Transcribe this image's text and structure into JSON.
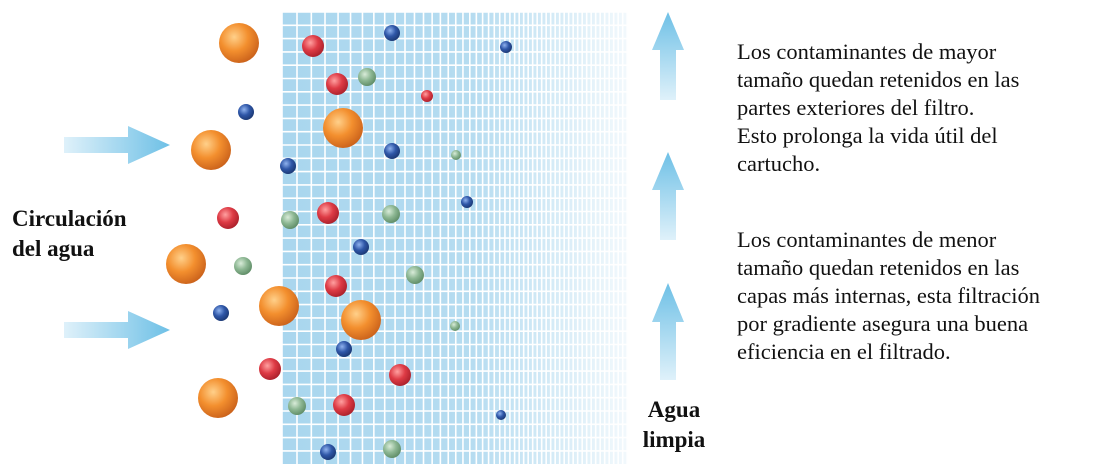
{
  "labels": {
    "flow_line1": "Circulación",
    "flow_line2": "del agua",
    "clean_line1": "Agua",
    "clean_line2": "limpia"
  },
  "descriptions": {
    "large": {
      "lines": [
        "Los contaminantes de mayor",
        "tamaño quedan retenidos en las",
        "partes exteriores del filtro.",
        "Esto prolonga la vida útil del",
        "cartucho."
      ]
    },
    "small": {
      "lines": [
        "Los contaminantes de menor",
        "tamaño quedan retenidos en las",
        "capas más internas, esta filtración",
        "por gradiente asegura una buena",
        "eficiencia en el  filtrado."
      ]
    }
  },
  "colors": {
    "filter_cell": "#a9d6ee",
    "filter_line": "#ffffff",
    "arrow": "#7fc6e6",
    "particle_orange": "#f28a2c",
    "particle_red": "#de3b45",
    "particle_blue": "#2f57a8",
    "particle_green": "#89b490"
  }
}
